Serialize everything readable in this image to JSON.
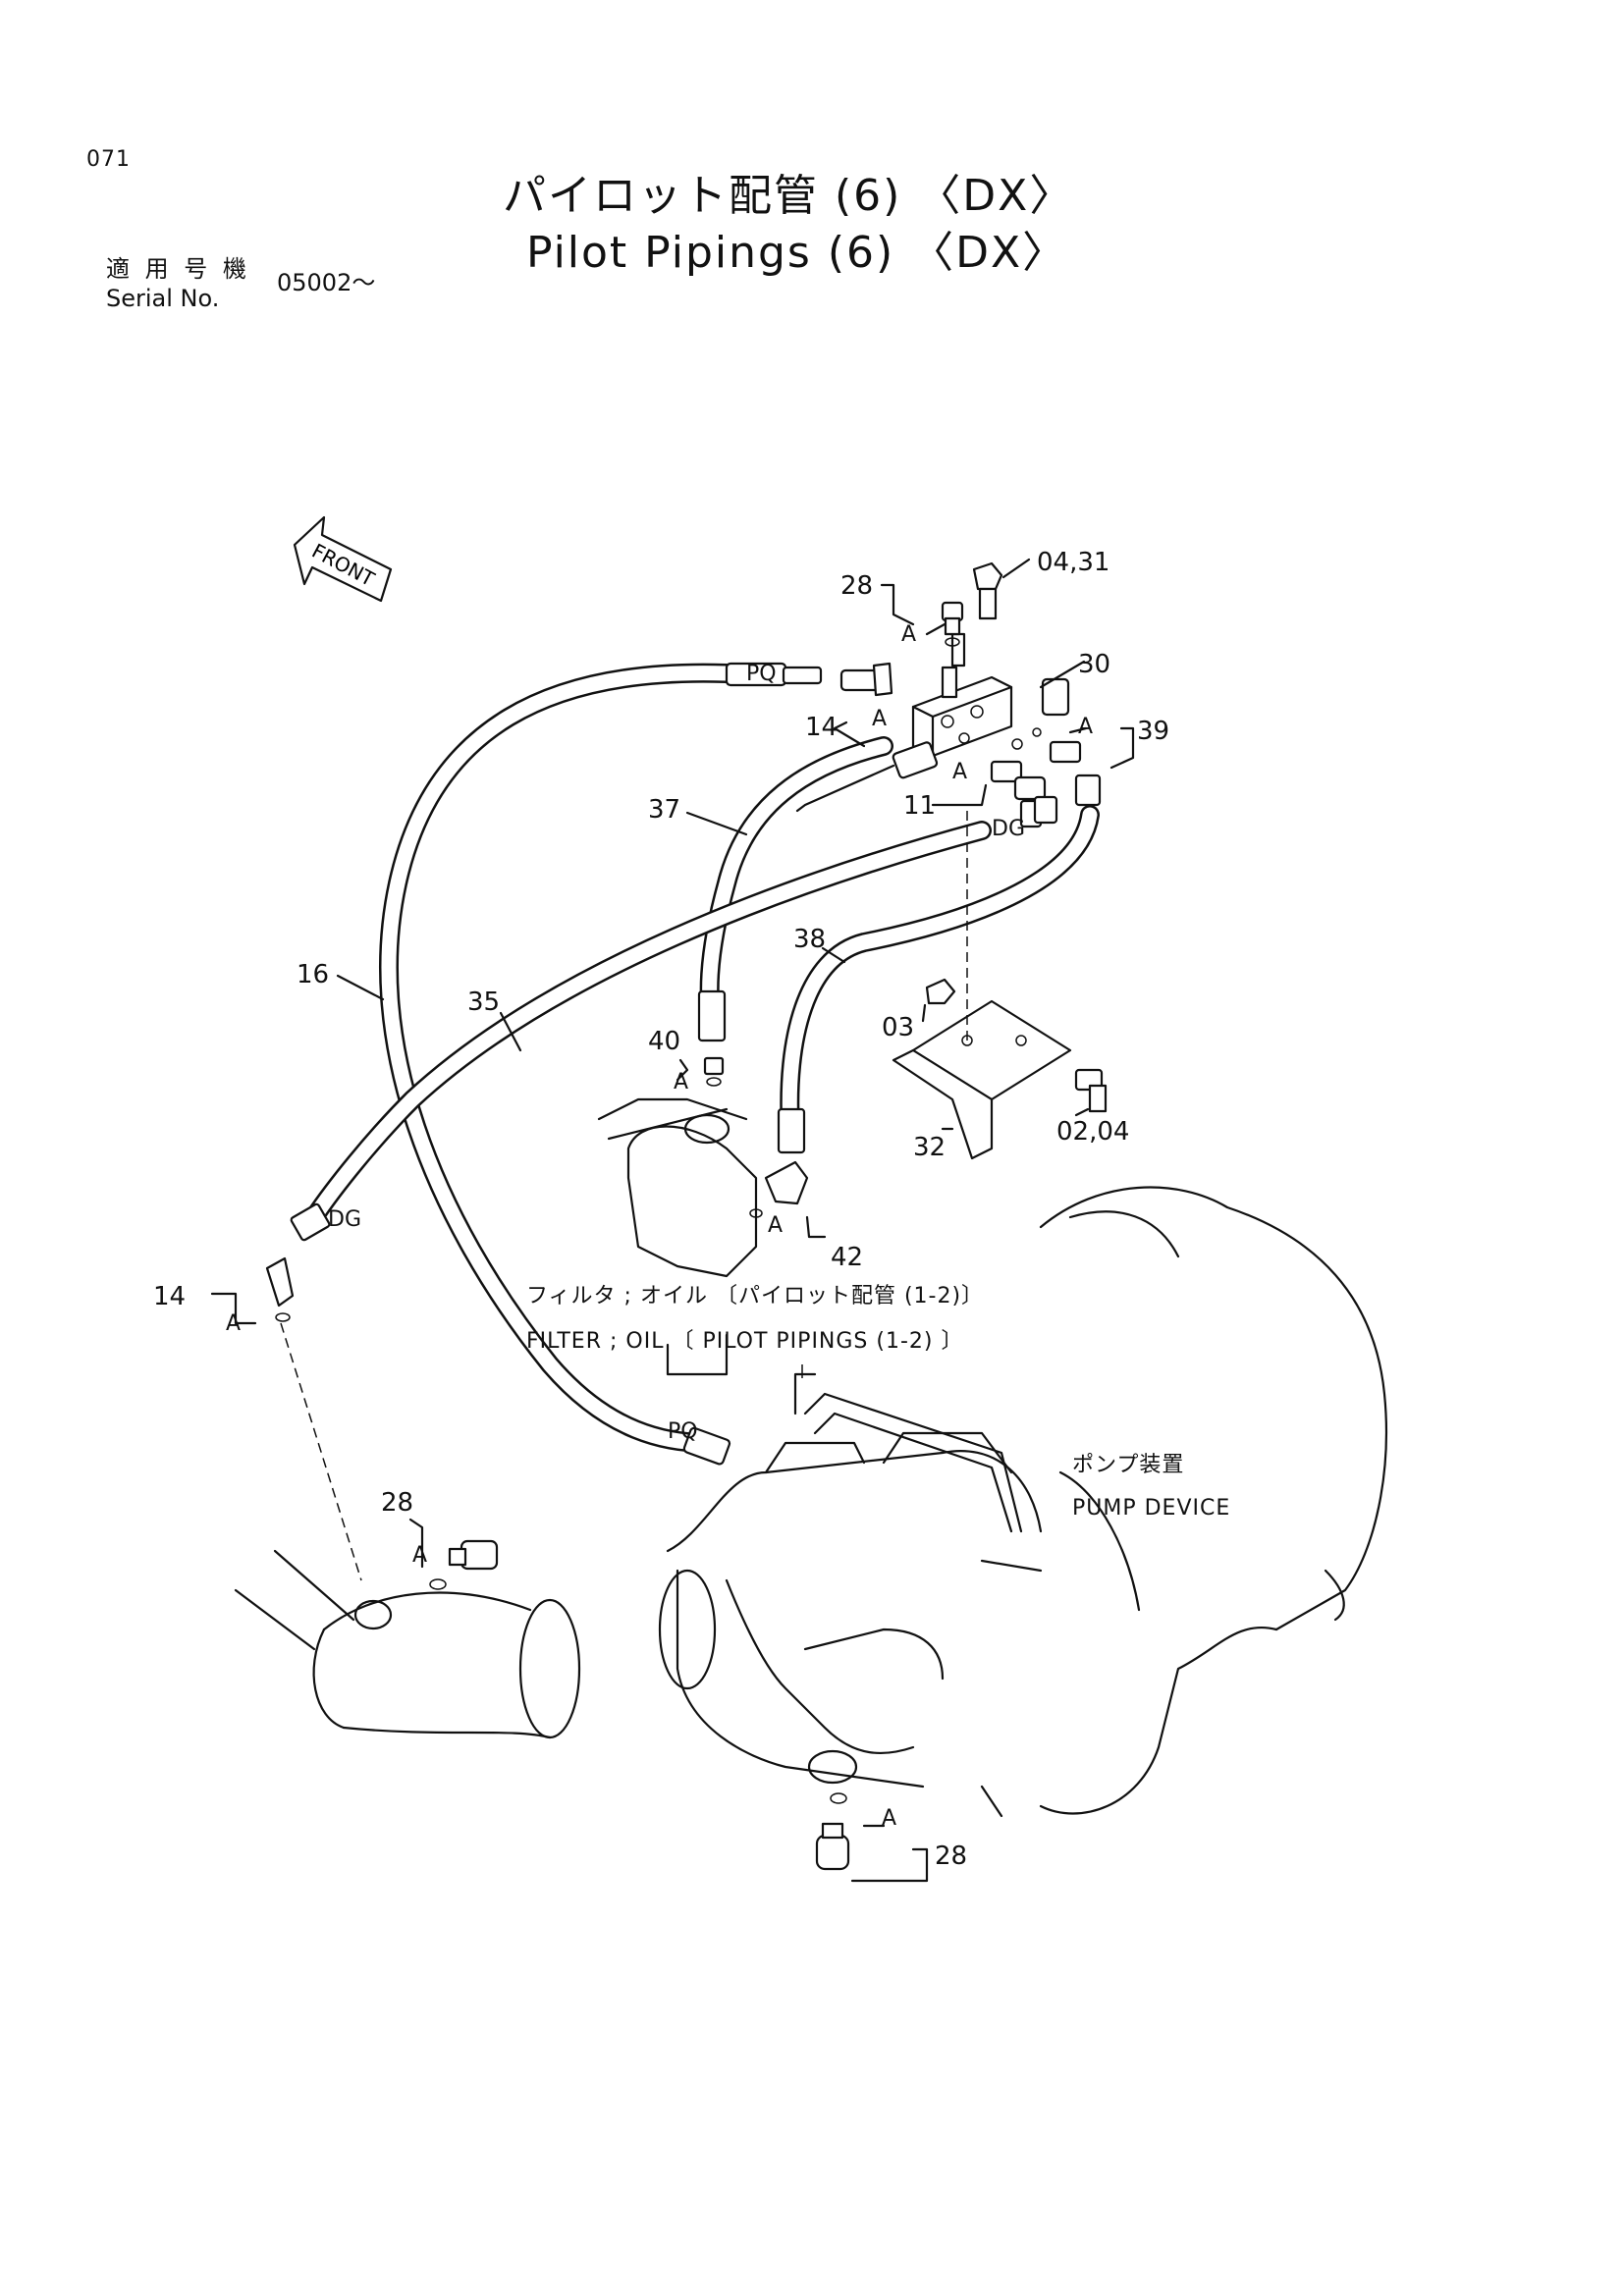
{
  "header": {
    "page_number": "071",
    "title_ja": "パイロット配管 (6) 〈DX〉",
    "title_en": "Pilot Pipings (6) 〈DX〉",
    "serial_label_ja": "適 用 号 機",
    "serial_label_en": "Serial No.",
    "serial_value": "05002～"
  },
  "diagram": {
    "direction_arrow": "FRONT",
    "callouts": {
      "c_0431": "04,31",
      "c_28_top": "28",
      "c_30": "30",
      "c_39": "39",
      "c_14_top": "14",
      "c_11": "11",
      "c_37": "37",
      "c_38": "38",
      "c_16": "16",
      "c_35": "35",
      "c_03": "03",
      "c_40": "40",
      "c_32": "32",
      "c_0204": "02,04",
      "c_42": "42",
      "c_14_left": "14",
      "c_28_mid": "28",
      "c_28_bottom": "28"
    },
    "joint_marks": {
      "a1": "A",
      "a2": "A",
      "a3": "A",
      "a4": "A",
      "a5": "A",
      "a6": "A",
      "a7": "A",
      "a8": "A",
      "a9": "A",
      "a10": "A"
    },
    "hose_marks": {
      "pq_top": "PQ",
      "pq_bottom": "PQ",
      "dg_right": "DG",
      "dg_left": "DG"
    },
    "notes": {
      "filter_ja": "フィルタ ; オイル 〔パイロット配管 (1-2)〕",
      "filter_en": "FILTER ; OIL 〔 PILOT  PIPINGS (1-2) 〕",
      "pump_ja": "ポンプ装置",
      "pump_en": "PUMP  DEVICE"
    }
  }
}
